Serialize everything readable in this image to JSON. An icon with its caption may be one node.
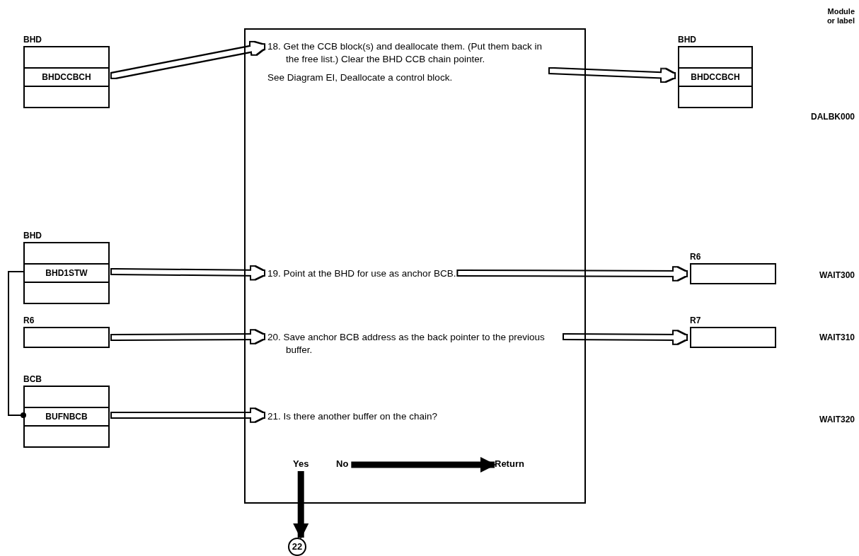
{
  "diagram": {
    "nodes": [
      {
        "text": [],
        "shape": "box"
      },
      {
        "text": [
          "18. Get the CCB block(s) and deallocate them. (Put them back in the free list.) Clear the BHD CCB chain pointer.",
          "See Diagram EI, Deallocate a control block."
        ],
        "in": 0
      },
      {
        "text": [
          "19. Point at the BHD for use as anchor BCB."
        ],
        "in": 0
      },
      {
        "text": [
          "20. Save anchor BCB address as the back pointer to the previous buffer."
        ],
        "in": 0
      },
      {
        "text": [
          "21. Is there another buffer on the chain?"
        ],
        "in": 0
      },
      {
        "text": [
          "Yes"
        ],
        "in": 0
      },
      {
        "text": [
          "No"
        ],
        "in": 0
      },
      {
        "text": [
          "Return"
        ],
        "in": 0
      },
      {
        "text": [
          "22"
        ]
      },
      {
        "text": [
          "BHD",
          "BHDCCBCH"
        ]
      },
      {
        "text": [
          "BHD",
          "BHD1STW"
        ]
      },
      {
        "text": [
          "R6"
        ]
      },
      {
        "text": [
          "BCB",
          "BUFNBCB"
        ]
      },
      {
        "text": [
          "BHD",
          "BHDCCBCH"
        ]
      },
      {
        "text": [
          "R6"
        ]
      },
      {
        "text": [
          "R7"
        ]
      }
    ],
    "edges": [
      {
        "from": 9,
        "to": 1,
        "arrow": "to"
      },
      {
        "from": 1,
        "to": 13,
        "arrow": "to"
      },
      {
        "from": 10,
        "to": 2,
        "arrow": "to"
      },
      {
        "from": 2,
        "to": 14,
        "arrow": "to"
      },
      {
        "from": 11,
        "to": 3,
        "arrow": "to"
      },
      {
        "from": 3,
        "to": 15,
        "arrow": "to"
      },
      {
        "from": 12,
        "to": 4,
        "arrow": "to"
      },
      {
        "from": 10,
        "to": 12,
        "arrow": "other"
      },
      {
        "from": 5,
        "to": 8,
        "arrow": "to",
        "style": "thick"
      },
      {
        "from": 6,
        "to": 7,
        "arrow": "to",
        "style": "thick"
      }
    ],
    "labels": [
      "Module or label",
      "DALBK000",
      "WAIT300",
      "WAIT310",
      "WAIT320"
    ]
  }
}
